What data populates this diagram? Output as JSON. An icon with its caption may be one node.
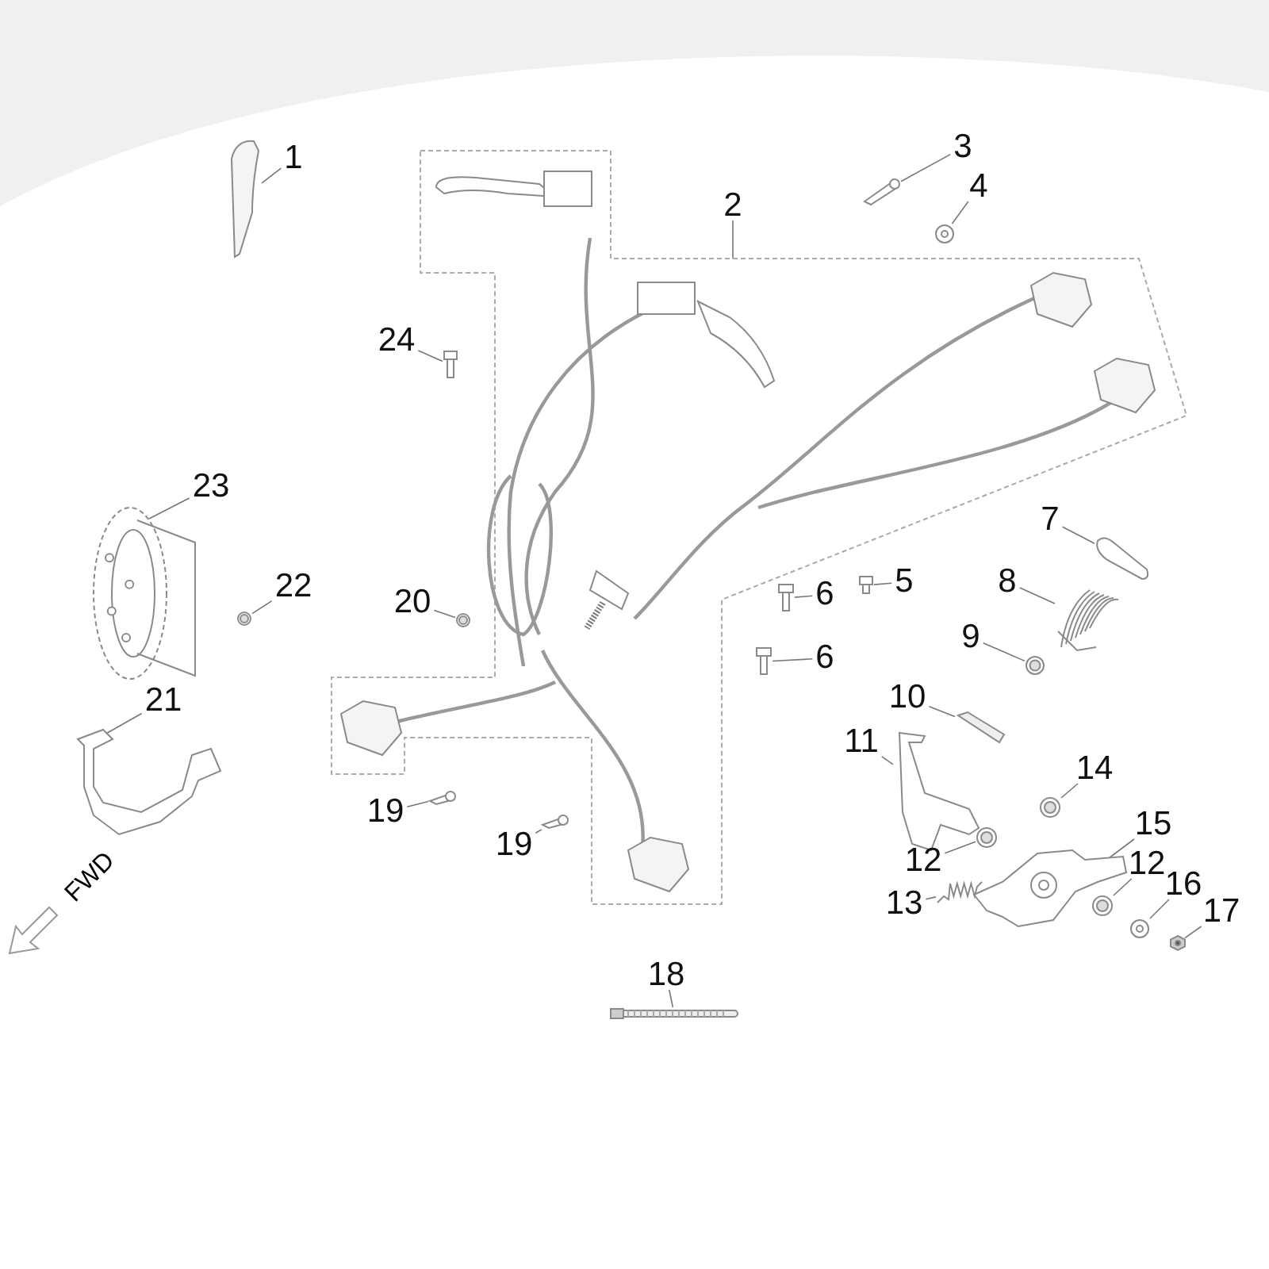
{
  "diagram": {
    "nodes": [
      {
        "text": [
          "1"
        ]
      },
      {
        "text": [],
        "shape": "picture"
      },
      {
        "text": [
          "3"
        ]
      },
      {
        "text": [],
        "shape": "picture"
      },
      {
        "text": [
          "2"
        ]
      },
      {
        "text": [],
        "shape": "picture"
      },
      {
        "text": [
          "4"
        ]
      },
      {
        "text": [],
        "shape": "picture"
      },
      {
        "text": [
          "24"
        ]
      },
      {
        "text": [],
        "shape": "picture"
      },
      {
        "text": [
          "23"
        ]
      },
      {
        "text": [],
        "shape": "picture"
      },
      {
        "text": [
          "7"
        ]
      },
      {
        "text": [],
        "shape": "picture"
      },
      {
        "text": [
          "22"
        ]
      },
      {
        "text": [],
        "shape": "picture"
      },
      {
        "text": [
          "5"
        ]
      },
      {
        "text": [],
        "shape": "picture"
      },
      {
        "text": [
          "8"
        ]
      },
      {
        "text": [],
        "shape": "picture"
      },
      {
        "text": [
          "6"
        ]
      },
      {
        "text": [],
        "shape": "picture"
      },
      {
        "text": [
          "20"
        ]
      },
      {
        "text": [],
        "shape": "picture"
      },
      {
        "text": [
          "9"
        ]
      },
      {
        "text": [],
        "shape": "picture"
      },
      {
        "text": [
          "6"
        ]
      },
      {
        "text": [],
        "shape": "picture"
      },
      {
        "text": [
          "10"
        ]
      },
      {
        "text": [],
        "shape": "picture"
      },
      {
        "text": [
          "21"
        ]
      },
      {
        "text": [],
        "shape": "picture"
      },
      {
        "text": [
          "11"
        ]
      },
      {
        "text": [],
        "shape": "picture"
      },
      {
        "text": [
          "14"
        ]
      },
      {
        "text": [],
        "shape": "picture"
      },
      {
        "text": [
          "19"
        ]
      },
      {
        "text": [],
        "shape": "picture"
      },
      {
        "text": [
          "15"
        ]
      },
      {
        "text": [],
        "shape": "picture"
      },
      {
        "text": [
          "12"
        ]
      },
      {
        "text": [],
        "shape": "picture"
      },
      {
        "text": [
          "19"
        ]
      },
      {
        "text": [],
        "shape": "picture"
      },
      {
        "text": [
          "12"
        ]
      },
      {
        "text": [],
        "shape": "picture"
      },
      {
        "text": [
          "13"
        ]
      },
      {
        "text": [],
        "shape": "picture"
      },
      {
        "text": [
          "16"
        ]
      },
      {
        "text": [],
        "shape": "picture"
      },
      {
        "text": [
          "17"
        ]
      },
      {
        "text": [],
        "shape": "picture"
      },
      {
        "text": [
          "18"
        ]
      },
      {
        "text": [],
        "shape": "picture"
      }
    ],
    "edges": [
      {
        "from": 0,
        "to": 1,
        "arrow": "none"
      },
      {
        "from": 2,
        "to": 3,
        "arrow": "none"
      },
      {
        "from": 4,
        "to": 5,
        "arrow": "none"
      },
      {
        "from": 6,
        "to": 7,
        "arrow": "none"
      },
      {
        "from": 8,
        "to": 9,
        "arrow": "none"
      },
      {
        "from": 10,
        "to": 11,
        "arrow": "none"
      },
      {
        "from": 12,
        "to": 13,
        "arrow": "none"
      },
      {
        "from": 14,
        "to": 15,
        "arrow": "none"
      },
      {
        "from": 16,
        "to": 17,
        "arrow": "none"
      },
      {
        "from": 18,
        "to": 19,
        "arrow": "none"
      },
      {
        "from": 20,
        "to": 21,
        "arrow": "none"
      },
      {
        "from": 22,
        "to": 23,
        "arrow": "none"
      },
      {
        "from": 24,
        "to": 25,
        "arrow": "none"
      },
      {
        "from": 26,
        "to": 27,
        "arrow": "none"
      },
      {
        "from": 28,
        "to": 29,
        "arrow": "none"
      },
      {
        "from": 30,
        "to": 31,
        "arrow": "none"
      },
      {
        "from": 32,
        "to": 33,
        "arrow": "none"
      },
      {
        "from": 34,
        "to": 35,
        "arrow": "none"
      },
      {
        "from": 36,
        "to": 37,
        "arrow": "none"
      },
      {
        "from": 38,
        "to": 39,
        "arrow": "none"
      },
      {
        "from": 40,
        "to": 41,
        "arrow": "none"
      },
      {
        "from": 42,
        "to": 43,
        "arrow": "none"
      },
      {
        "from": 44,
        "to": 45,
        "arrow": "none"
      },
      {
        "from": 46,
        "to": 47,
        "arrow": "none"
      },
      {
        "from": 48,
        "to": 49,
        "arrow": "none"
      },
      {
        "from": 50,
        "to": 51,
        "arrow": "none"
      },
      {
        "from": 52,
        "to": 53,
        "arrow": "none"
      }
    ],
    "labels": [
      "FWD"
    ]
  }
}
